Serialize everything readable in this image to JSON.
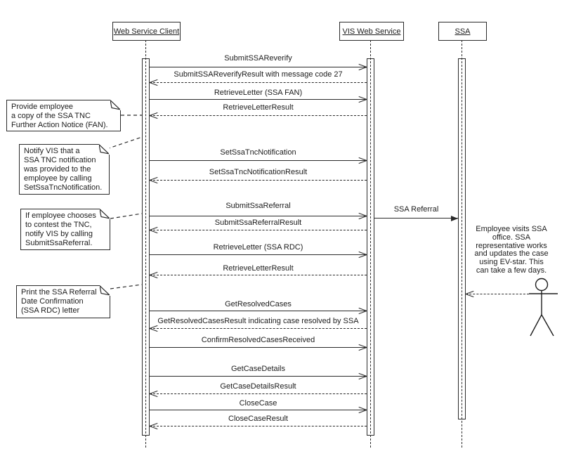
{
  "participants": [
    {
      "label": "Web Service Client"
    },
    {
      "label": "VIS Web Service"
    },
    {
      "label": "SSA"
    }
  ],
  "messages": [
    {
      "label": "SubmitSSAReverify",
      "kind": "call"
    },
    {
      "label": "SubmitSSAReverifyResult with message code 27",
      "kind": "return"
    },
    {
      "label": "RetrieveLetter (SSA FAN)",
      "kind": "call"
    },
    {
      "label": "RetrieveLetterResult",
      "kind": "return"
    },
    {
      "label": "SetSsaTncNotification",
      "kind": "call"
    },
    {
      "label": "SetSsaTncNotificationResult",
      "kind": "return"
    },
    {
      "label": "SubmitSsaReferral",
      "kind": "call"
    },
    {
      "label": "SubmitSsaReferralResult",
      "kind": "return"
    },
    {
      "label": "RetrieveLetter (SSA RDC)",
      "kind": "call"
    },
    {
      "label": "RetrieveLetterResult",
      "kind": "return"
    },
    {
      "label": "GetResolvedCases",
      "kind": "call"
    },
    {
      "label": "GetResolvedCasesResult indicating case resolved by SSA",
      "kind": "return"
    },
    {
      "label": "ConfirmResolvedCasesReceived",
      "kind": "call"
    },
    {
      "label": "GetCaseDetails",
      "kind": "call"
    },
    {
      "label": "GetCaseDetailsResult",
      "kind": "return"
    },
    {
      "label": "CloseCase",
      "kind": "call"
    },
    {
      "label": "CloseCaseResult",
      "kind": "return"
    }
  ],
  "ssa_referral": {
    "label": "SSA Referral"
  },
  "notes": [
    {
      "text": "Provide employee\na copy of the SSA TNC\nFurther Action Notice (FAN)."
    },
    {
      "text": "Notify VIS that a\nSSA TNC notification\nwas provided to the\nemployee  by calling\nSetSsaTncNotification."
    },
    {
      "text": "If employee chooses\n to contest the TNC,\nnotify VIS by calling\nSubmitSsaReferral."
    },
    {
      "text": "Print the SSA Referral\nDate Confirmation\n(SSA RDC) letter"
    }
  ],
  "employee_note": {
    "text": "Employee visits SSA\noffice. SSA\nrepresentative works\nand updates the case\nusing EV-star. This\ncan take a few days."
  },
  "colors": {
    "line": "#2a2a2a",
    "background": "#ffffff"
  }
}
